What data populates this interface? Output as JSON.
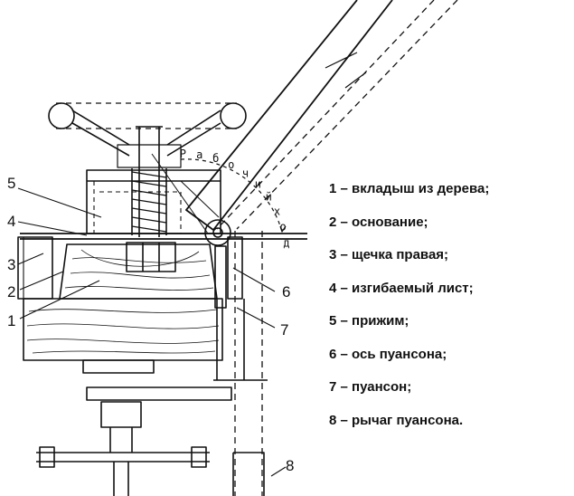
{
  "diagram": {
    "callouts": [
      "1",
      "2",
      "3",
      "4",
      "5",
      "6",
      "7",
      "8"
    ],
    "arc_label": "Рабочий ход"
  },
  "legend": [
    "1 – вкладыш из дерева;",
    "2 – основание;",
    "3 – щечка правая;",
    "4 – изгибаемый лист;",
    "5 – прижим;",
    "6 – ось пуансона;",
    "7 – пуансон;",
    "8 – рычаг пуансона."
  ]
}
